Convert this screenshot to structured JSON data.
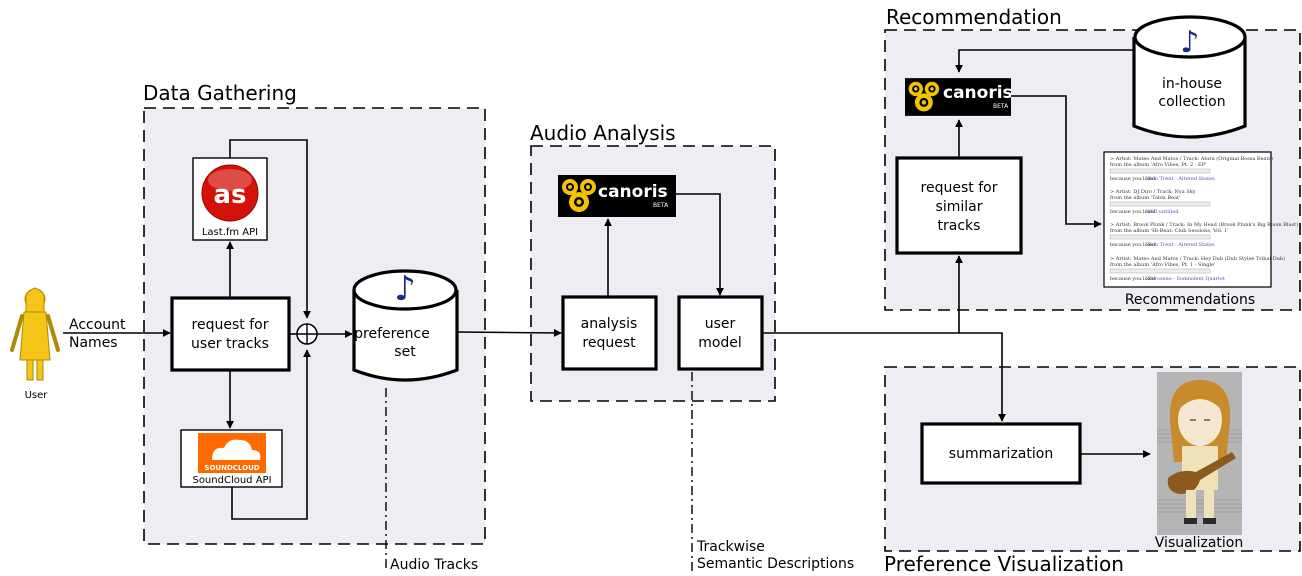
{
  "sections": {
    "data_gathering": "Data Gathering",
    "audio_analysis": "Audio Analysis",
    "recommendation": "Recommendation",
    "preference_visualization": "Preference Visualization"
  },
  "user": {
    "label": "User",
    "input_label_line1": "Account",
    "input_label_line2": "Names"
  },
  "data_gathering": {
    "request_line1": "request for",
    "request_line2": "user tracks",
    "lastfm_label": "Last.fm API",
    "soundcloud_label": "SoundCloud API",
    "soundcloud_logo_text": "SOUNDCLOUD",
    "preference_line1": "preference",
    "preference_line2": "set",
    "audio_tracks": "Audio Tracks"
  },
  "audio_analysis": {
    "analysis_line1": "analysis",
    "analysis_line2": "request",
    "user_model_line1": "user",
    "user_model_line2": "model",
    "trackwise_line1": "Trackwise",
    "trackwise_line2": "Semantic Descriptions",
    "canoris_text": "canoris",
    "canoris_beta": "BETA"
  },
  "recommendation": {
    "request_line1": "request for",
    "request_line2": "similar",
    "request_line3": "tracks",
    "collection_line1": "in-house",
    "collection_line2": "collection",
    "recommendations_label": "Recommendations",
    "canoris_text": "canoris",
    "canoris_beta": "BETA",
    "items": [
      {
        "line1": "> Artist: Mateo And Matos / Track: Alura (Original Bossa Beats)",
        "line2": "from the album 'Afro Vibes, Pt. 2 - EP'",
        "because": "because you liked ",
        "link": "Ron Trent - Altered States"
      },
      {
        "line1": "> Artist: DJ Diro / Track: Nya Sky",
        "line2": "from the album 'Tabla Beat'",
        "because": "because you liked ",
        "link": "Hill untitled"
      },
      {
        "line1": "> Artist: Brook Plunk / Track: In My Head (Brook Plunk's Big Room Blast)",
        "line2": "from the album 'Hi-Beat: Club Sessions, Vol. 1'",
        "because": "because you liked ",
        "link": "Ron Trent - Altered States"
      },
      {
        "line1": "> Artist: Mateo And Matos / Track: Hey Dub (Dub Stylee Tribal Dub)",
        "line2": "from the album 'Afro Vibes, Pt. 1 - Single'",
        "because": "because you liked ",
        "link": "Kerosene - Somnolent Quartet"
      }
    ]
  },
  "preference_visualization": {
    "summarization": "summarization",
    "visualization_label": "Visualization"
  }
}
